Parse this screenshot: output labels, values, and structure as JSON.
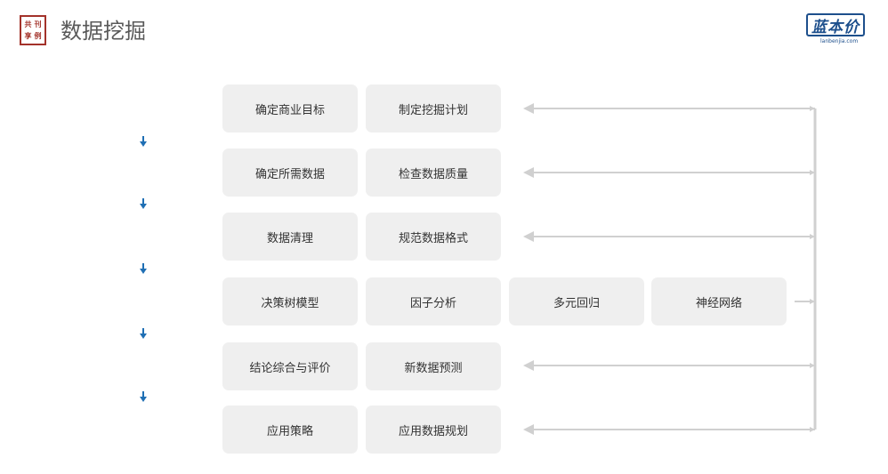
{
  "header": {
    "title": "数据挖掘",
    "stamp_chars": [
      "共",
      "刊",
      "享",
      "例"
    ],
    "logo_text": "蓝本价",
    "logo_sub": "lanbenjia.com"
  },
  "colors": {
    "box_bg": "#efefef",
    "arrow_blue": "#1f6fb4",
    "connector": "#d0d0d0",
    "text": "#333333"
  },
  "rows": [
    {
      "items": [
        "确定商业目标",
        "制定挖掘计划"
      ]
    },
    {
      "items": [
        "确定所需数据",
        "检查数据质量"
      ]
    },
    {
      "items": [
        "数据清理",
        "规范数据格式"
      ]
    },
    {
      "items": [
        "决策树模型",
        "因子分析",
        "多元回归",
        "神经网络"
      ]
    },
    {
      "items": [
        "结论综合与评价",
        "新数据预测"
      ]
    },
    {
      "items": [
        "应用策略",
        "应用数据规划"
      ]
    }
  ]
}
